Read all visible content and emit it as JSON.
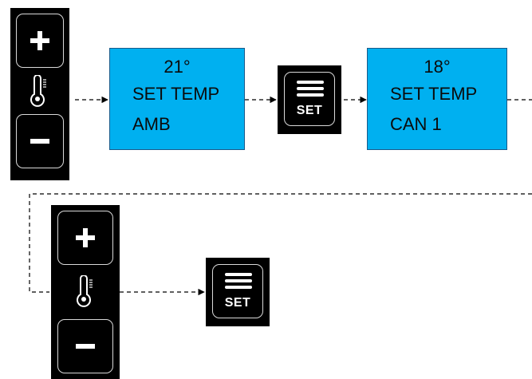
{
  "controls": {
    "plus_icon": "plus-icon",
    "minus_icon": "minus-icon",
    "thermometer_icon": "thermometer-icon"
  },
  "set_button": {
    "label": "SET",
    "icon": "menu-lines-icon"
  },
  "displays": [
    {
      "value": "21°",
      "line1": "SET TEMP",
      "line2": "AMB"
    },
    {
      "value": "18°",
      "line1": "SET TEMP",
      "line2": "CAN 1"
    }
  ],
  "colors": {
    "display_bg": "#00b0f0",
    "panel_bg": "#000000",
    "connector": "#000000"
  }
}
